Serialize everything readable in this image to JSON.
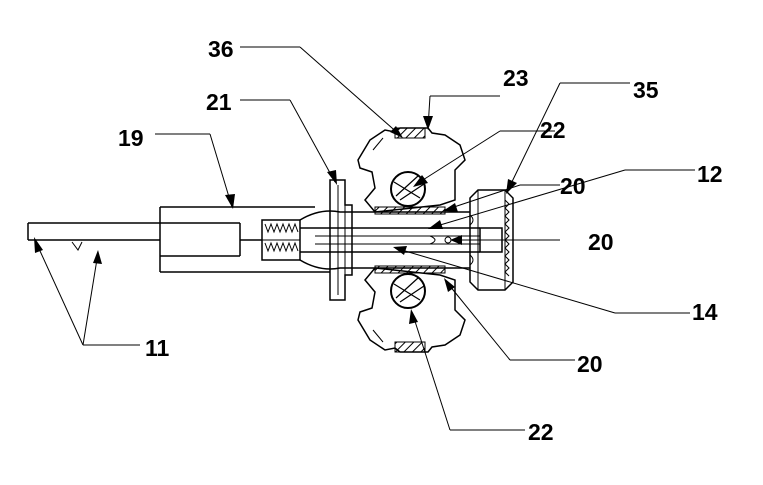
{
  "figure": {
    "labels": {
      "l36": "36",
      "l23": "23",
      "l21": "21",
      "l35": "35",
      "l19": "19",
      "l22a": "22",
      "l20a": "20",
      "l12": "12",
      "l20b": "20",
      "l11": "11",
      "l14": "14",
      "l20c": "20",
      "l22b": "22"
    }
  }
}
